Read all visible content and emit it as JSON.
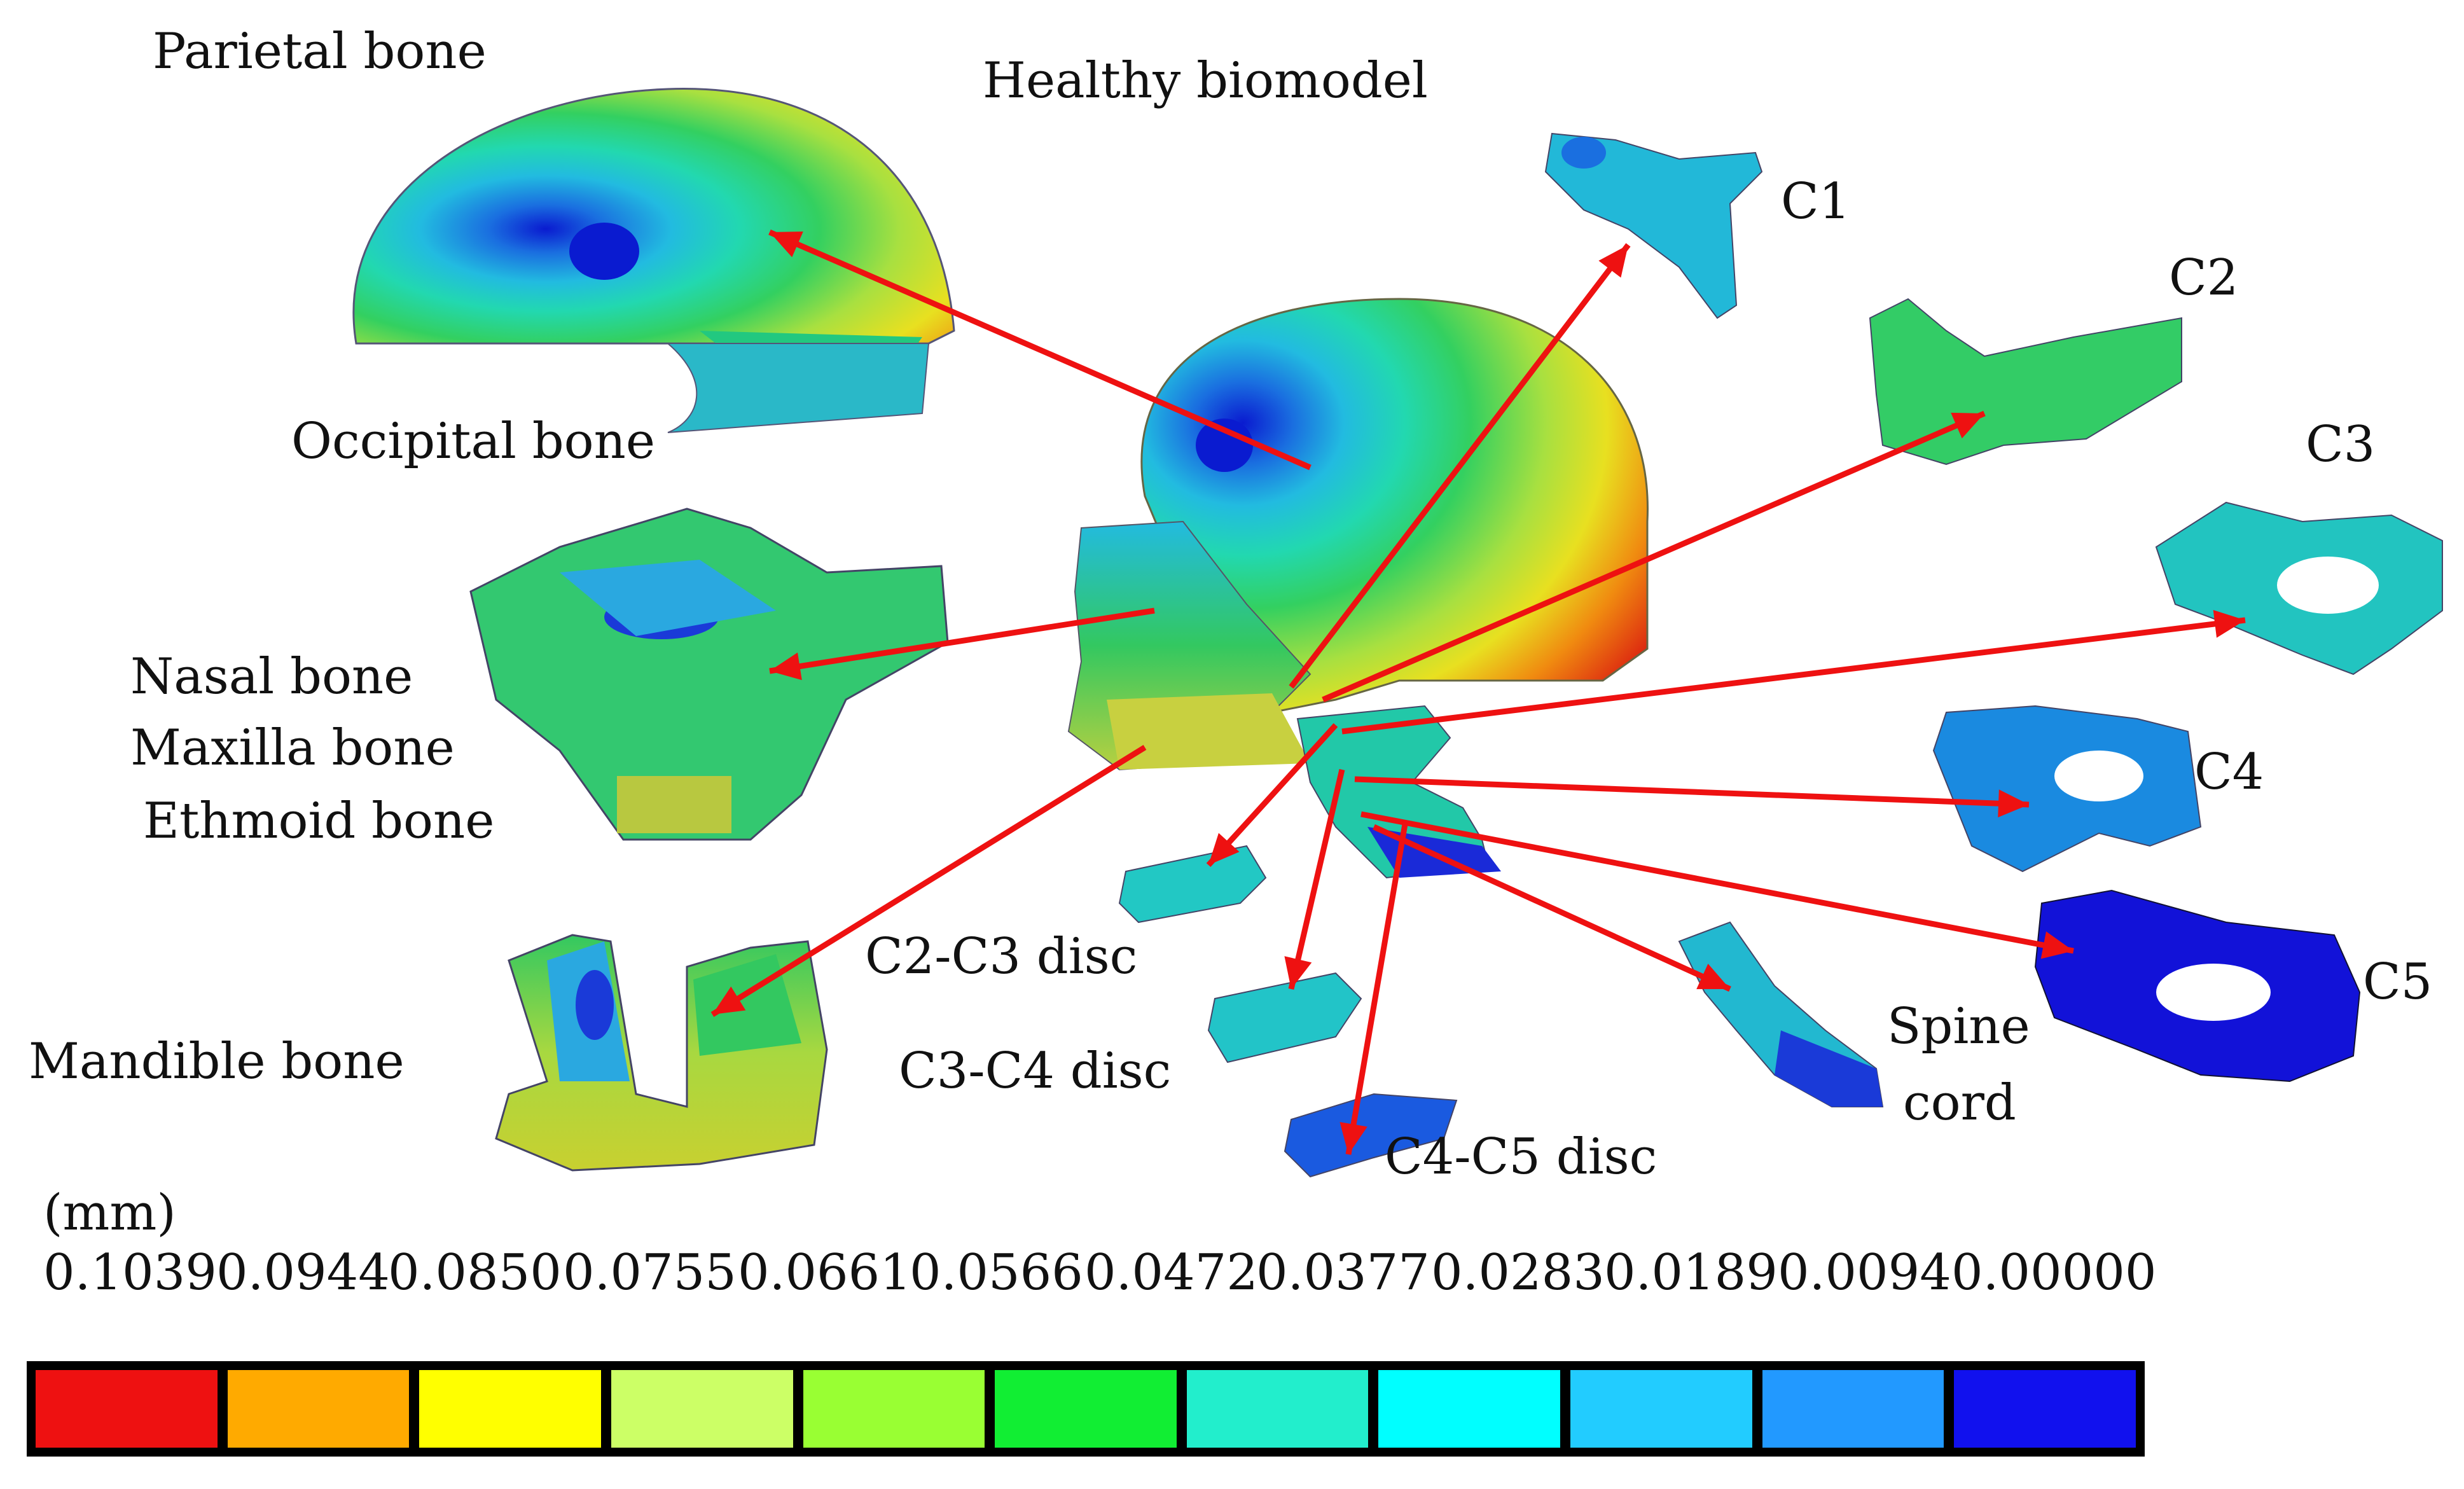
{
  "title": "Healthy biomodel",
  "labels": {
    "parietal": "Parietal bone",
    "occipital": "Occipital bone",
    "nasal": "Nasal bone",
    "maxilla": "Maxilla bone",
    "ethmoid": "Ethmoid bone",
    "mandible": "Mandible bone",
    "c1": "C1",
    "c2": "C2",
    "c3": "C3",
    "c4": "C4",
    "c5": "C5",
    "c2c3": "C2-C3 disc",
    "c3c4": "C3-C4 disc",
    "c4c5": "C4-C5 disc",
    "spine1": "Spine",
    "spine2": "cord"
  },
  "legend": {
    "unit": "(mm)",
    "values": [
      "0.1039",
      "0.0944",
      "0.0850",
      "0.0755",
      "0.0661",
      "0.0566",
      "0.0472",
      "0.0377",
      "0.0283",
      "0.0189",
      "0.0094",
      "0.00000"
    ],
    "colors": [
      "#ee1111",
      "#ffaa00",
      "#ffff00",
      "#ccff66",
      "#99ff33",
      "#11ee33",
      "#22eecc",
      "#00ffff",
      "#22ccff",
      "#2299ff",
      "#1111ee"
    ]
  },
  "arrow_color": "#ee1111"
}
